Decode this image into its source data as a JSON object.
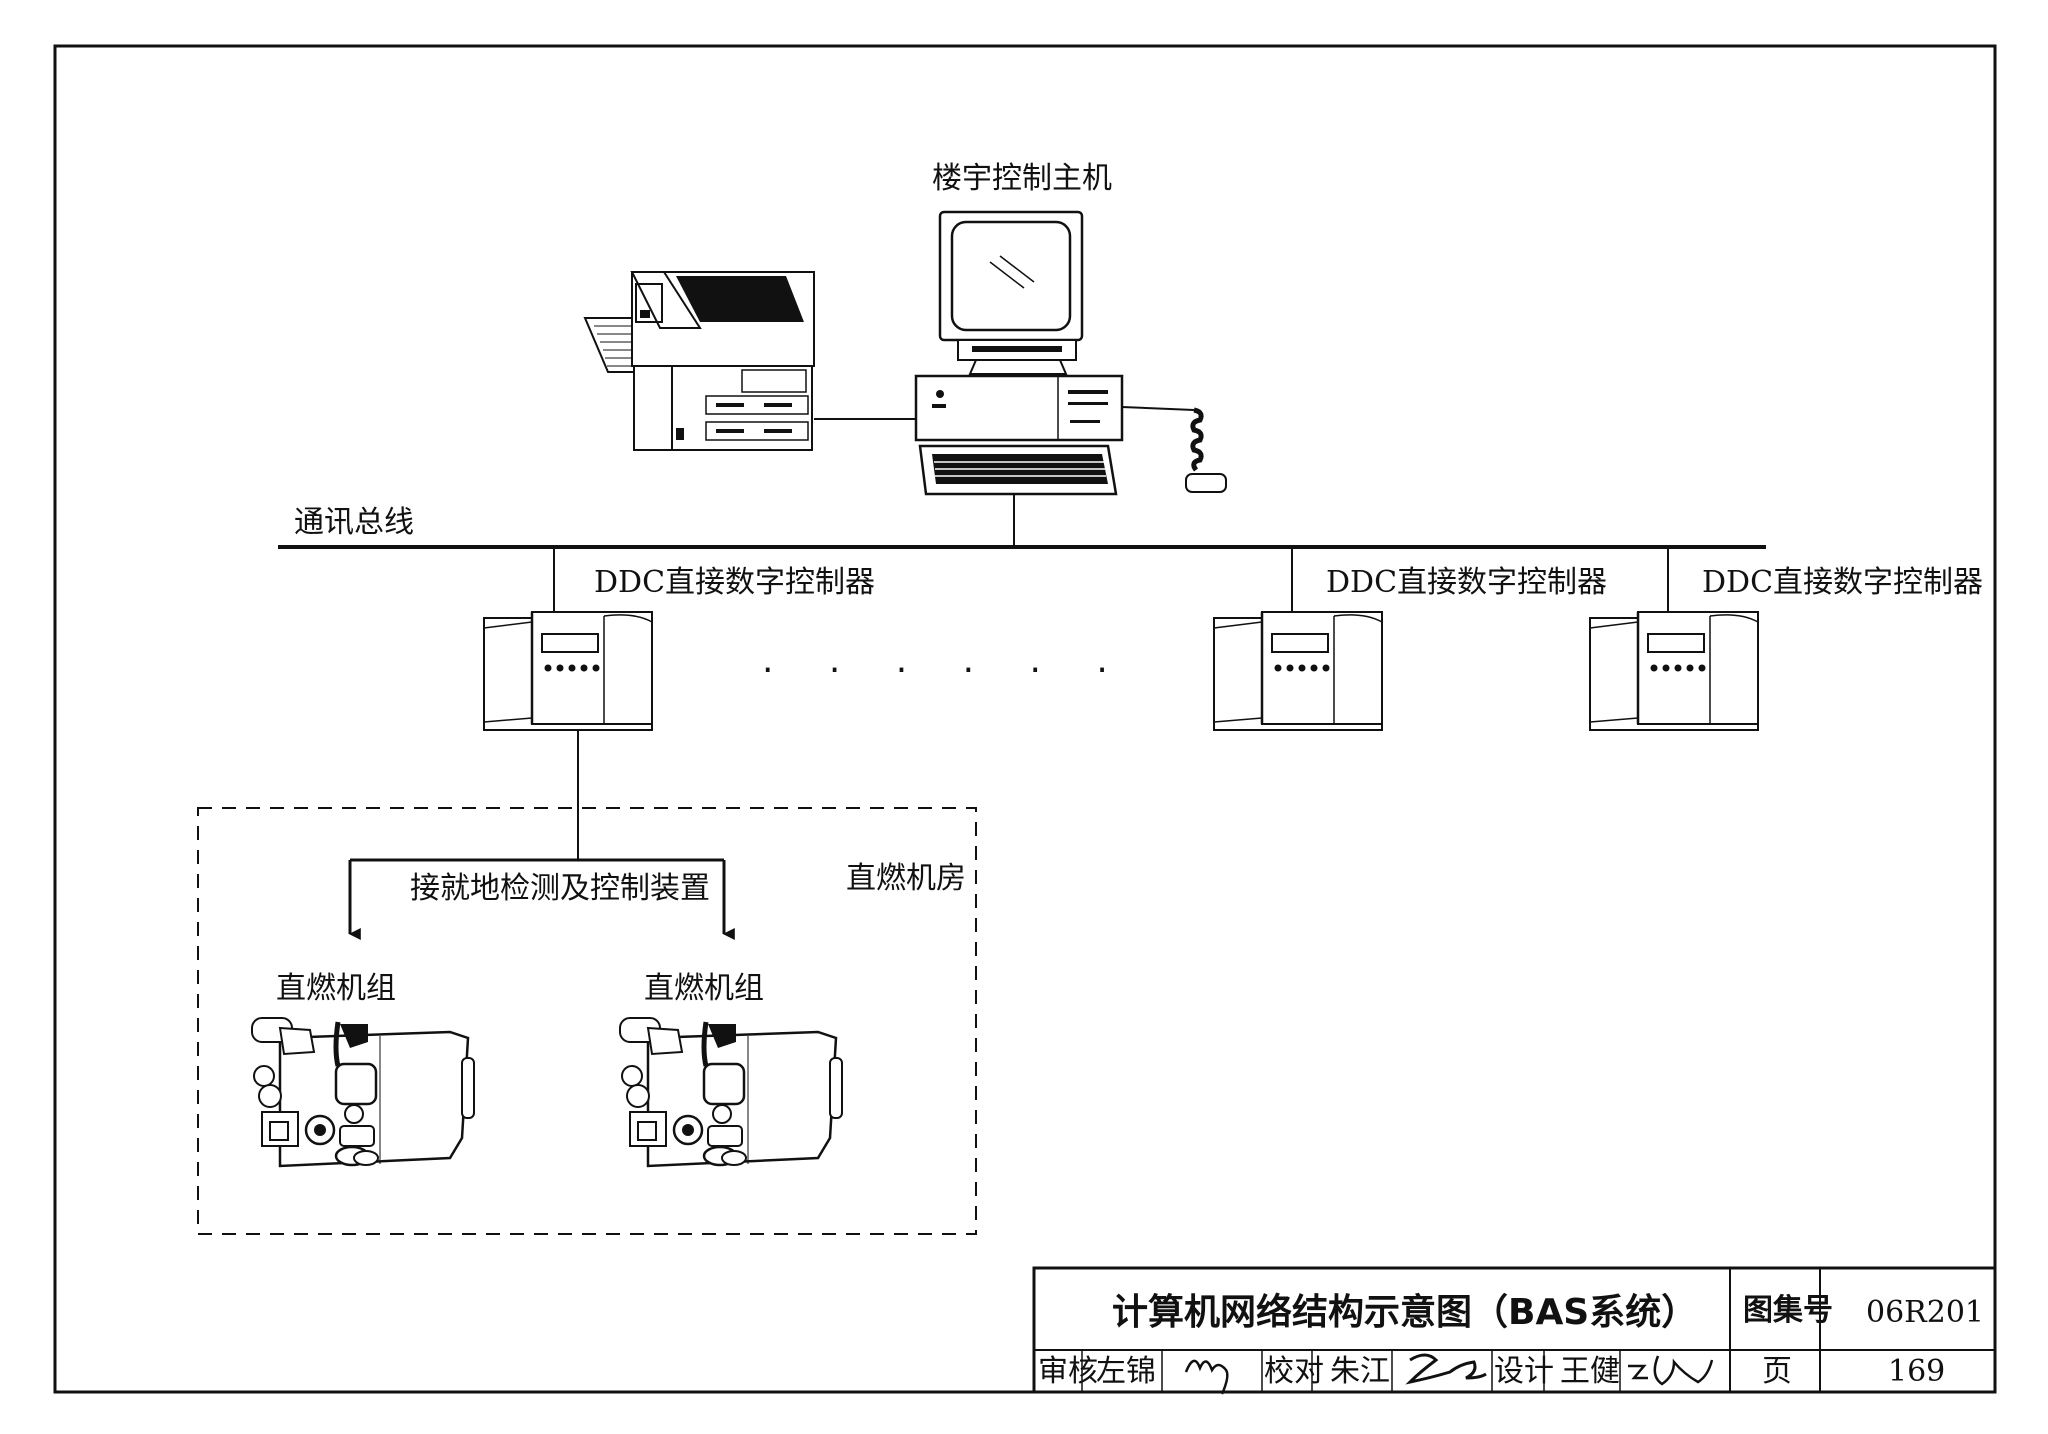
{
  "labels": {
    "host": "楼宇控制主机",
    "bus": "通讯总线",
    "ddc1": "DDC直接数字控制器",
    "ddc2": "DDC直接数字控制器",
    "ddc3": "DDC直接数字控制器",
    "field": "接就地检测及控制装置",
    "room": "直燃机房",
    "unit1": "直燃机组",
    "unit2": "直燃机组",
    "ellipsis": "· · · · · ·"
  },
  "title_block": {
    "title": "计算机网络结构示意图（BAS系统）",
    "atlas_label": "图集号",
    "atlas_no": "06R201",
    "review_label": "审核",
    "reviewer": "左锦",
    "check_label": "校对",
    "checker": "朱江",
    "design_label": "设计",
    "designer": "王健",
    "page_label": "页",
    "page_no": "169"
  },
  "colors": {
    "ink": "#111111",
    "paper": "#ffffff"
  },
  "icons": [
    "printer-icon",
    "monitor-icon",
    "computer-case-icon",
    "keyboard-icon",
    "mouse-icon",
    "ddc-controller-icon",
    "chiller-unit-icon"
  ]
}
